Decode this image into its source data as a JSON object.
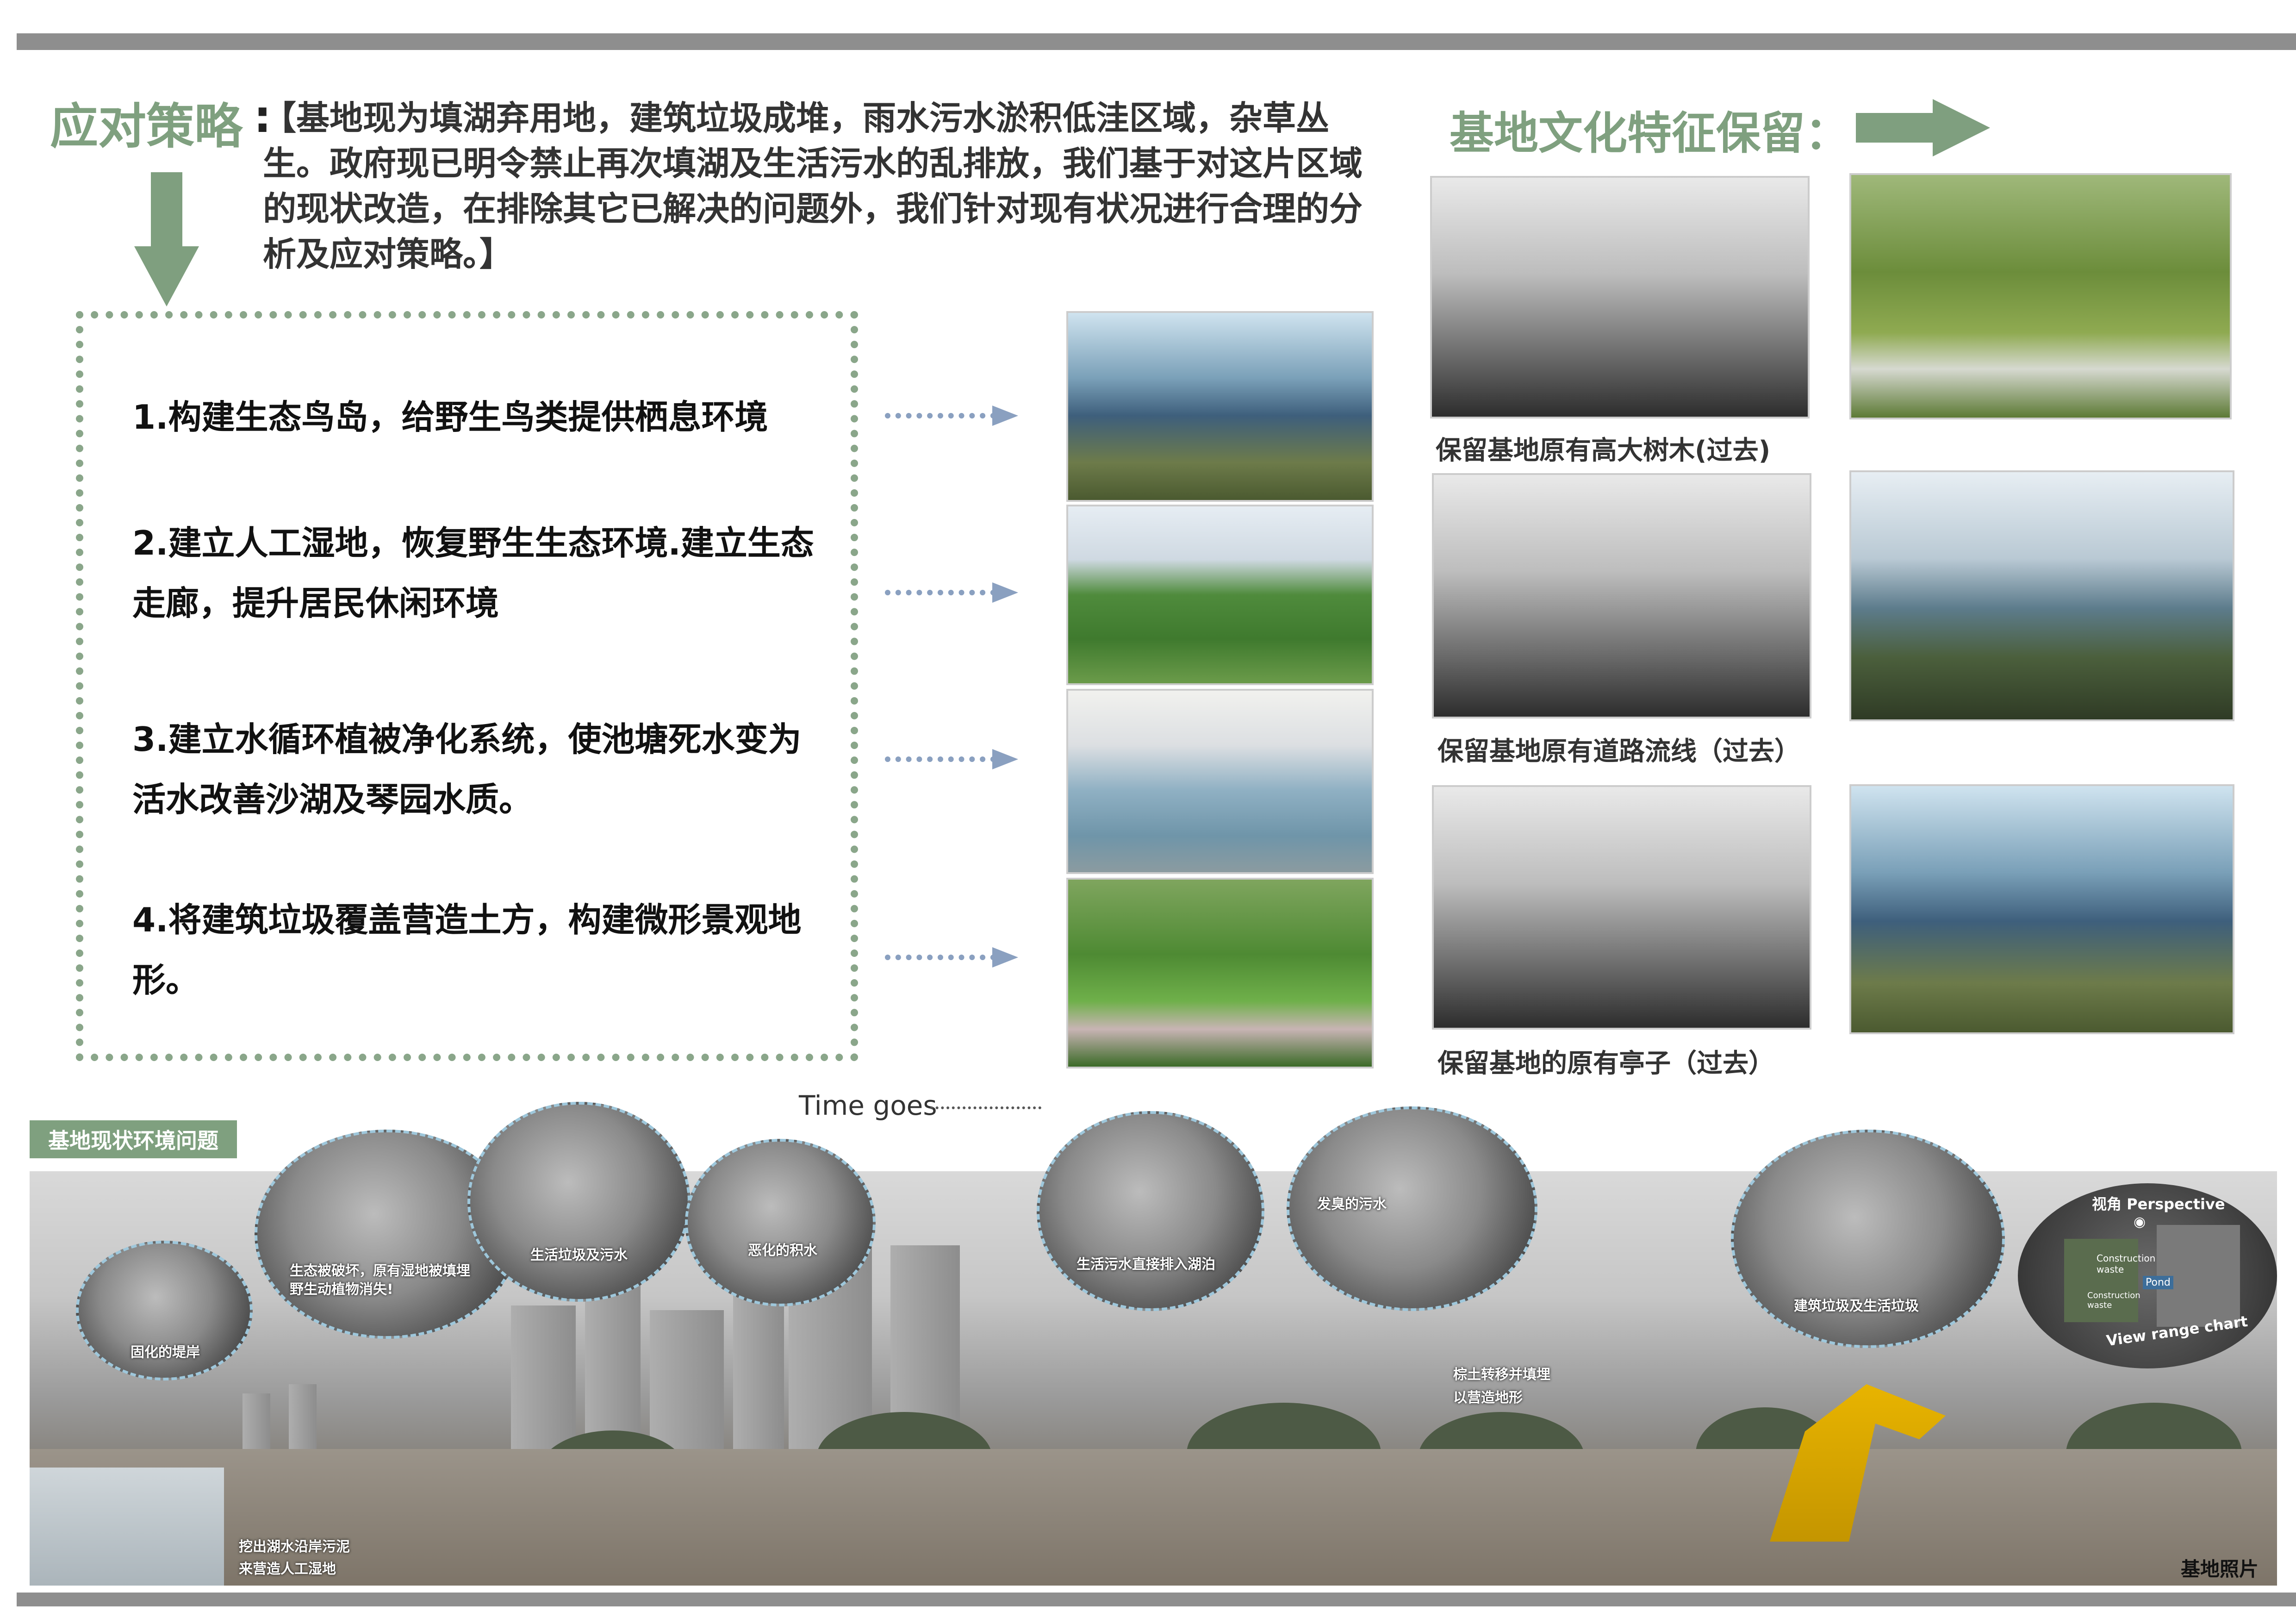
{
  "header": {
    "strategy_title": "应对策略",
    "strategy_colon": ":",
    "intro_text": "【基地现为填湖弃用地，建筑垃圾成堆，雨水污水淤积低洼区域，杂草丛生。政府现已明令禁止再次填湖及生活污水的乱排放，我们基于对这片区域的现状改造，在排除其它已解决的问题外，我们针对现有状况进行合理的分析及应对策略。】",
    "culture_title": "基地文化特征保留："
  },
  "strategies": [
    "1.构建生态鸟岛，给野生鸟类提供栖息环境",
    "2.建立人工湿地，恢复野生生态环境.建立生态走廊，提升居民休闲环境",
    "3.建立水循环植被净化系统，使池塘死水变为活水改善沙湖及琴园水质。",
    "4.将建筑垃圾覆盖营造土方，构建微形景观地形。"
  ],
  "culture_captions": [
    "保留基地原有高大树木(过去)",
    "保留基地原有道路流线（过去）",
    "保留基地的原有亭子（过去）"
  ],
  "site": {
    "label": "基地现状环境问题",
    "time_goes": "Time goes",
    "photo_label": "基地照片",
    "circles": {
      "c1": "固化的堤岸",
      "c2": "生态被破坏，原有湿地被填埋 野生动植物消失!",
      "c3": "生活垃圾及污水",
      "c4": "恶化的积水",
      "c5": "生活污水直接排入湖泊",
      "c6": "发臭的污水",
      "c7": "建筑垃圾及生活垃圾"
    },
    "perspective": {
      "title": "视角 Perspective",
      "construction_waste_1": "Construction waste",
      "pond": "Pond",
      "construction_waste_2": "Construction waste",
      "range": "View range chart"
    },
    "notes": {
      "n1": "棕土转移并填埋",
      "n2": "以营造地形",
      "n3": "挖出湖水沿岸污泥",
      "n4": "来营造人工湿地"
    }
  },
  "colors": {
    "accent_green": "#7fa07f",
    "arrow_green": "#7f9f7f",
    "arrow_blue": "#8aa0c0",
    "bar_gray": "#8e8e8e",
    "dashed_circle": "#9ec7db"
  }
}
